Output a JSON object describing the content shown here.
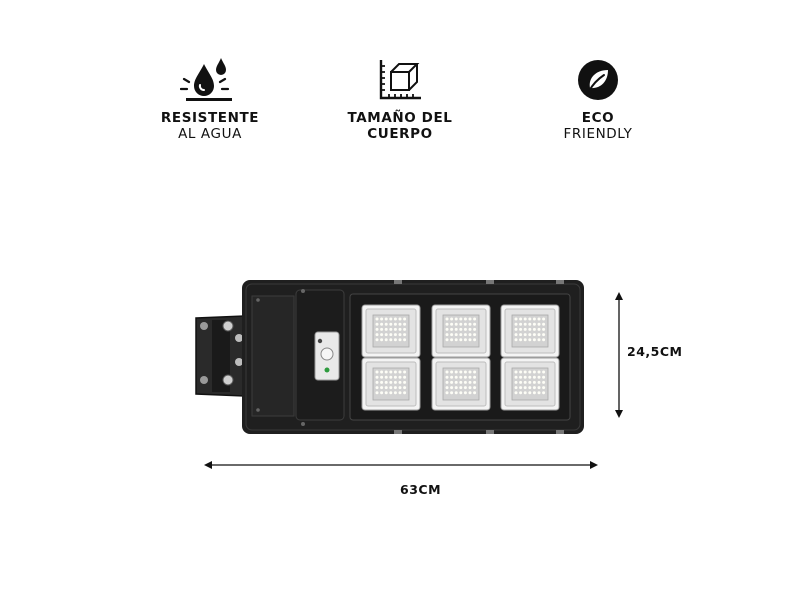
{
  "features": [
    {
      "line1": "RESISTENTE",
      "line2": "AL AGUA",
      "icon": "water-drops-icon"
    },
    {
      "line1": "TAMAÑO DEL",
      "line2": "CUERPO",
      "icon": "body-size-icon"
    },
    {
      "line1": "ECO",
      "line2": "FRIENDLY",
      "icon": "eco-leaf-icon"
    }
  ],
  "dimensions": {
    "height": "24,5CM",
    "width": "63CM"
  },
  "colors": {
    "lamp_body": "#1f1f1f",
    "panel_frame": "#ffffff",
    "led": "#dcdcdc",
    "text": "#111111"
  }
}
